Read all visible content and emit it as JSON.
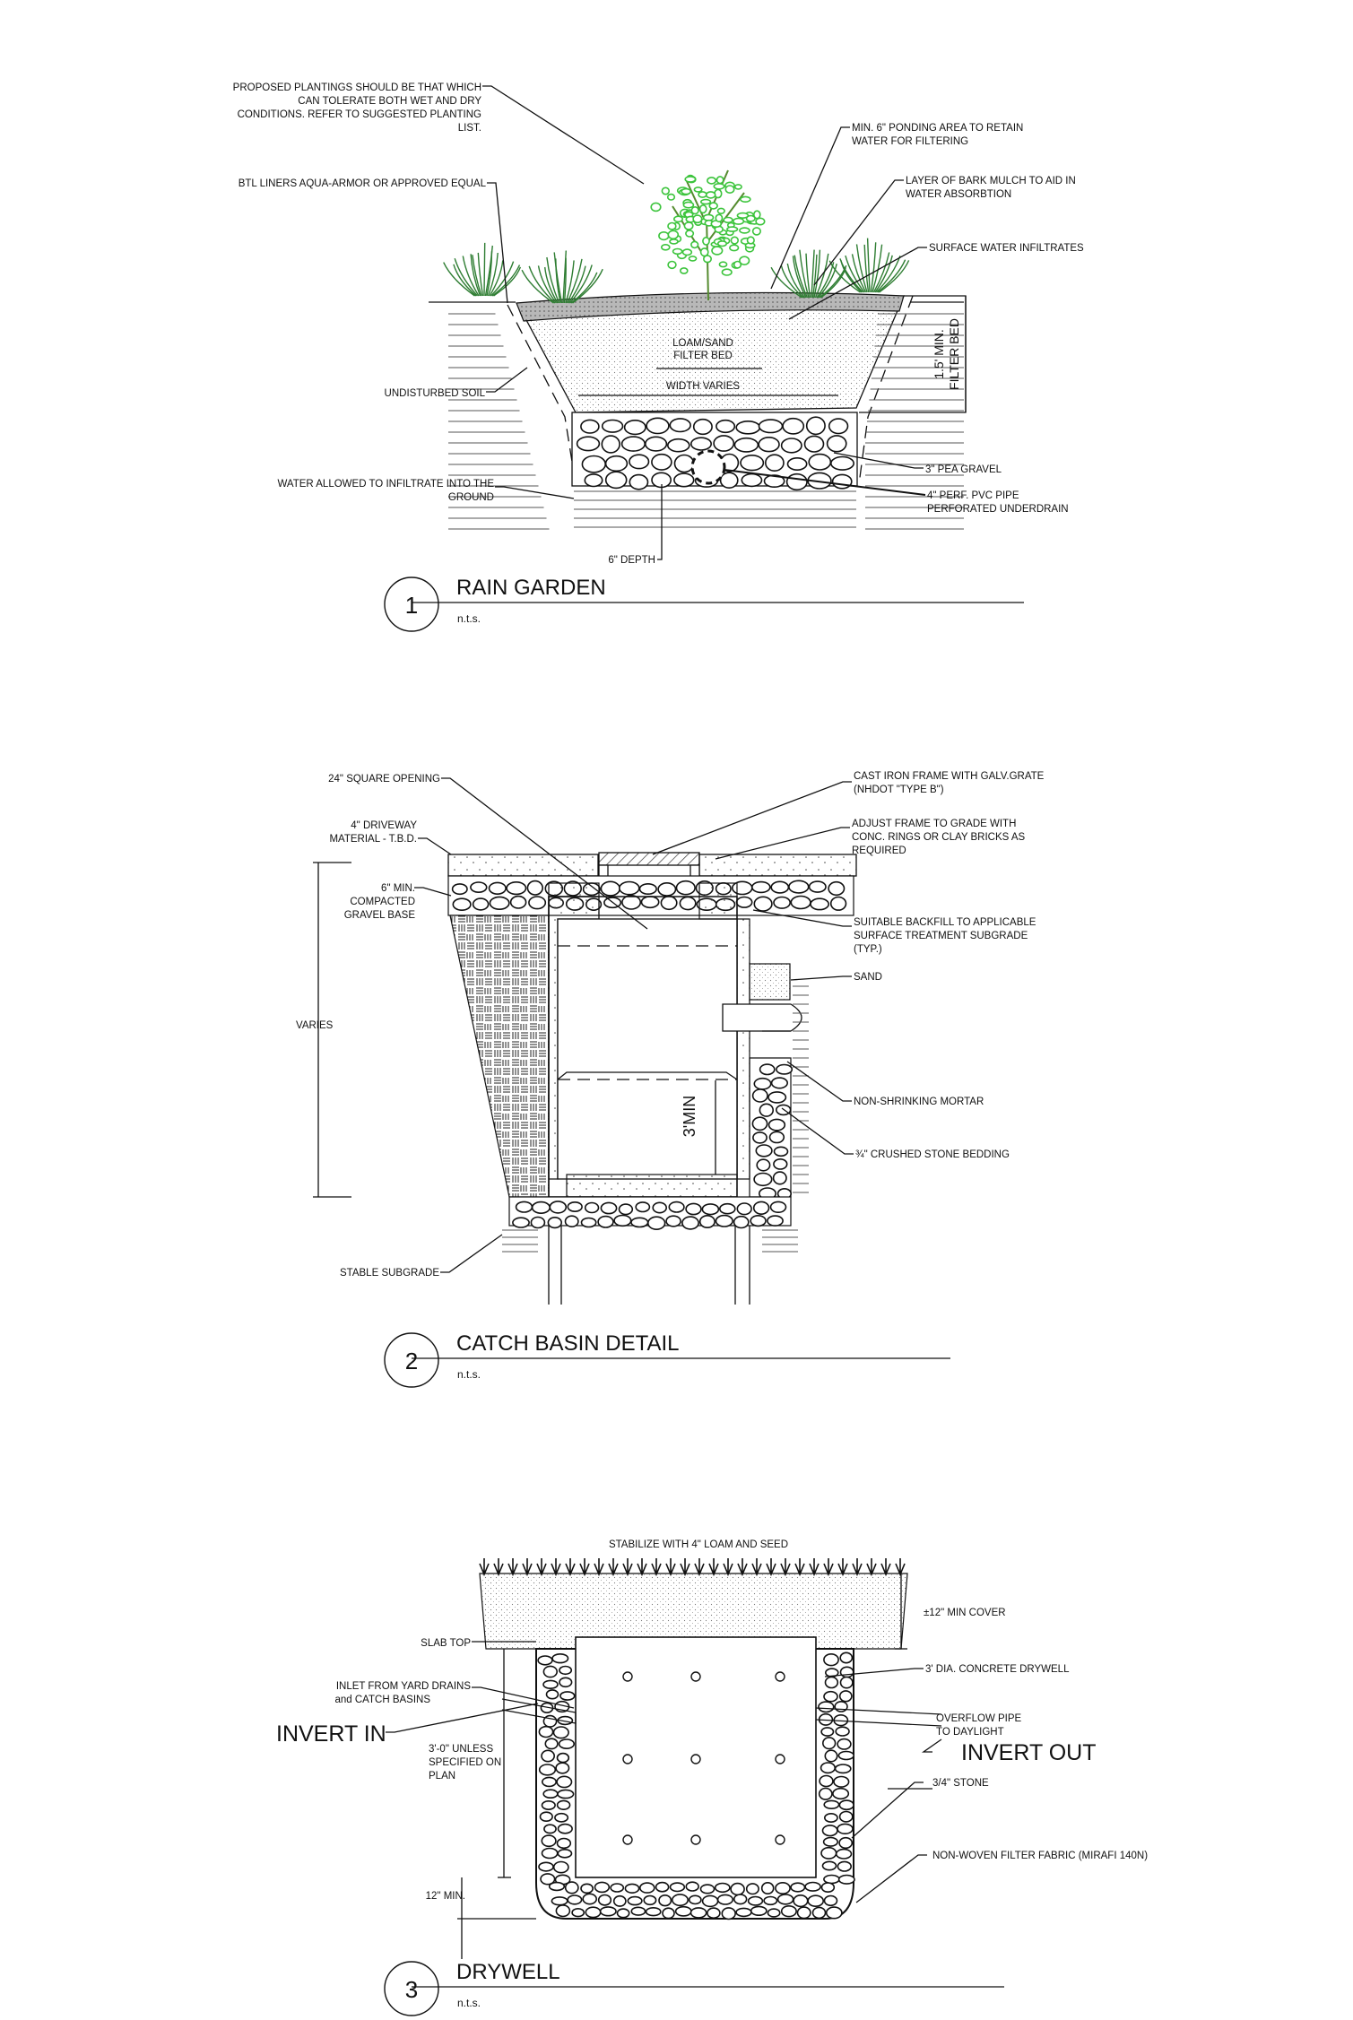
{
  "details": [
    {
      "number": "1",
      "title": "RAIN GARDEN",
      "scale": "n.t.s.",
      "labels": {
        "plantings": [
          "PROPOSED PLANTINGS SHOULD BE THAT WHICH",
          "CAN TOLERATE BOTH WET AND DRY",
          "CONDITIONS.  REFER TO SUGGESTED PLANTING",
          "LIST."
        ],
        "liners": "BTL LINERS AQUA-ARMOR OR APPROVED EQUAL",
        "soil": "UNDISTURBED SOIL",
        "infiltrate": [
          "WATER ALLOWED TO INFILTRATE INTO THE",
          "GROUND"
        ],
        "depth": "6\" DEPTH",
        "ponding": [
          "MIN. 6\" PONDING AREA TO RETAIN",
          "WATER FOR FILTERING"
        ],
        "mulch": [
          "LAYER OF BARK MULCH TO AID IN",
          "WATER ABSORBTION"
        ],
        "surface": "SURFACE WATER INFILTRATES",
        "filter_bed": [
          "1.5' MIN.",
          "FILTER BED"
        ],
        "pea_gravel": "3\" PEA GRAVEL",
        "pipe": [
          "4\" PERF. PVC PIPE",
          "PERFORATED UNDERDRAIN"
        ],
        "loam": [
          "LOAM/SAND",
          "FILTER BED"
        ],
        "width": "WIDTH VARIES"
      }
    },
    {
      "number": "2",
      "title": "CATCH BASIN DETAIL",
      "scale": "n.t.s.",
      "labels": {
        "opening": "24\" SQUARE OPENING",
        "driveway": [
          "4\" DRIVEWAY",
          "MATERIAL - T.B.D."
        ],
        "gravel_base": [
          "6\" MIN.",
          "COMPACTED",
          "GRAVEL BASE"
        ],
        "varies": "VARIES",
        "subgrade": "STABLE SUBGRADE",
        "frame": [
          "CAST IRON FRAME WITH GALV.GRATE",
          "(NHDOT \"TYPE B\")"
        ],
        "adjust": [
          "ADJUST FRAME TO GRADE WITH",
          "CONC. RINGS OR CLAY BRICKS AS",
          "REQUIRED"
        ],
        "backfill": [
          "SUITABLE BACKFILL TO APPLICABLE",
          "SURFACE TREATMENT SUBGRADE",
          "(TYP.)"
        ],
        "sand": "SAND",
        "mortar": "NON-SHRINKING MORTAR",
        "stone": "¾\" CRUSHED STONE BEDDING",
        "min": "3'MIN"
      }
    },
    {
      "number": "3",
      "title": "DRYWELL",
      "scale": "n.t.s.",
      "labels": {
        "stabilize": "STABILIZE WITH 4\" LOAM AND SEED",
        "slab": "SLAB TOP",
        "inlet": [
          "INLET FROM YARD DRAINS",
          "and CATCH BASINS"
        ],
        "invert_in": "INVERT IN",
        "unless": [
          "3'-0\" UNLESS",
          "SPECIFIED ON",
          "PLAN"
        ],
        "min12": "12\" MIN.",
        "cover": "±12\" MIN COVER",
        "drywell": "3' DIA. CONCRETE DRYWELL",
        "overflow": [
          "OVERFLOW PIPE",
          "TO DAYLIGHT"
        ],
        "invert_out": "INVERT OUT",
        "stone": "3/4\" STONE",
        "fabric": "NON-WOVEN FILTER FABRIC (MIRAFI 140N)"
      }
    }
  ]
}
